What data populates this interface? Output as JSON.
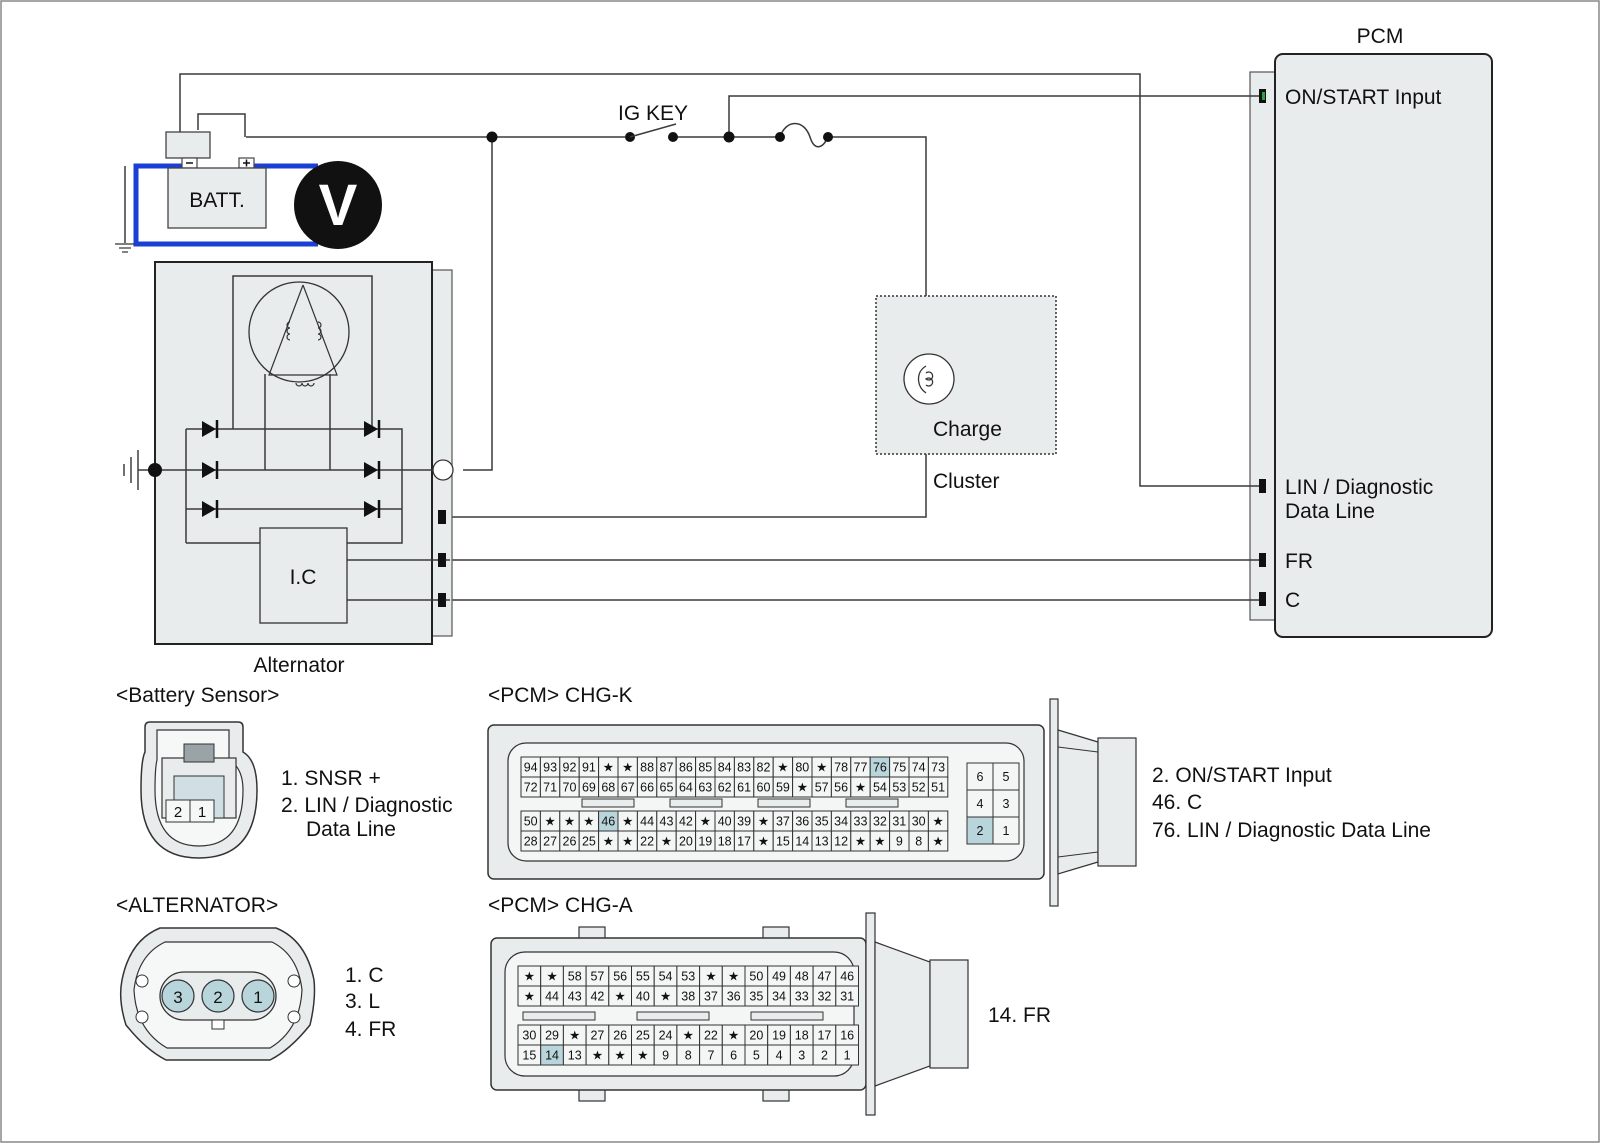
{
  "labels": {
    "pcm_title": "PCM",
    "on_start_input": "ON/START Input",
    "lin_line1": "LIN / Diagnostic",
    "lin_line2": "Data Line",
    "fr": "FR",
    "c": "C",
    "ig_key": "IG KEY",
    "batt": "BATT.",
    "voltmeter": "V",
    "charge": "Charge",
    "cluster": "Cluster",
    "ic": "I.C",
    "alternator": "Alternator"
  },
  "battery_sensor": {
    "title": "<Battery Sensor>",
    "pins": [
      "2",
      "1"
    ],
    "legend": [
      "1. SNSR +",
      "2. LIN / Diagnostic",
      "Data Line"
    ]
  },
  "alternator_conn": {
    "title": "<ALTERNATOR>",
    "pins": [
      "3",
      "2",
      "1"
    ],
    "legend": [
      "1. C",
      "3. L",
      "4. FR"
    ]
  },
  "chg_k": {
    "title": "<PCM> CHG-K",
    "rows": [
      [
        "94",
        "93",
        "92",
        "91",
        "★",
        "★",
        "88",
        "87",
        "86",
        "85",
        "84",
        "83",
        "82",
        "★",
        "80",
        "★",
        "78",
        "77",
        "76",
        "75",
        "74",
        "73"
      ],
      [
        "72",
        "71",
        "70",
        "69",
        "68",
        "67",
        "66",
        "65",
        "64",
        "63",
        "62",
        "61",
        "60",
        "59",
        "★",
        "57",
        "56",
        "★",
        "54",
        "53",
        "52",
        "51"
      ],
      [
        "50",
        "★",
        "★",
        "★",
        "46",
        "★",
        "44",
        "43",
        "42",
        "★",
        "40",
        "39",
        "★",
        "37",
        "36",
        "35",
        "34",
        "33",
        "32",
        "31",
        "30",
        "★"
      ],
      [
        "28",
        "27",
        "26",
        "25",
        "★",
        "★",
        "22",
        "★",
        "20",
        "19",
        "18",
        "17",
        "★",
        "15",
        "14",
        "13",
        "12",
        "★",
        "★",
        "9",
        "8",
        "★"
      ]
    ],
    "side": [
      [
        "6",
        "5"
      ],
      [
        "4",
        "3"
      ],
      [
        "2",
        "1"
      ]
    ],
    "highlight": [
      "76",
      "46",
      "2"
    ],
    "legend": [
      "2. ON/START Input",
      "46. C",
      "76. LIN / Diagnostic Data Line"
    ]
  },
  "chg_a": {
    "title": "<PCM> CHG-A",
    "rows": [
      [
        "★",
        "★",
        "58",
        "57",
        "56",
        "55",
        "54",
        "53",
        "★",
        "★",
        "50",
        "49",
        "48",
        "47",
        "46"
      ],
      [
        "★",
        "44",
        "43",
        "42",
        "★",
        "40",
        "★",
        "38",
        "37",
        "36",
        "35",
        "34",
        "33",
        "32",
        "31"
      ],
      [
        "30",
        "29",
        "★",
        "27",
        "26",
        "25",
        "24",
        "★",
        "22",
        "★",
        "20",
        "19",
        "18",
        "17",
        "16"
      ],
      [
        "15",
        "14",
        "13",
        "★",
        "★",
        "★",
        "9",
        "8",
        "7",
        "6",
        "5",
        "4",
        "3",
        "2",
        "1"
      ]
    ],
    "highlight": [
      "14"
    ],
    "legend": [
      "14. FR"
    ]
  }
}
